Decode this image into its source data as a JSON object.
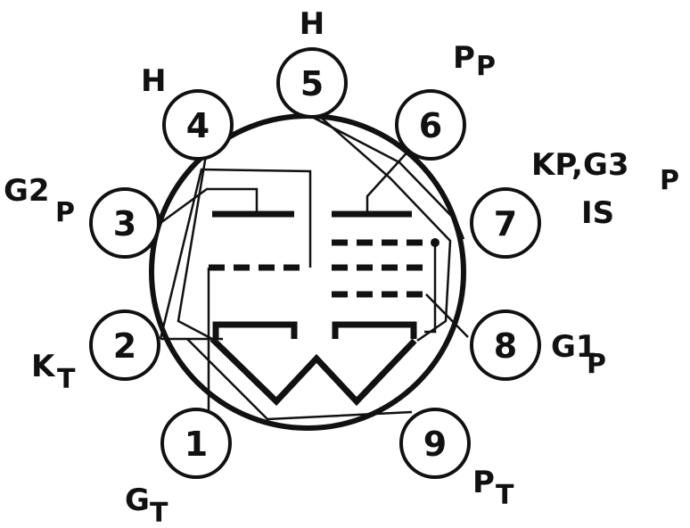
{
  "pins": [
    {
      "number": "1",
      "label": "G",
      "sub": "T"
    },
    {
      "number": "2",
      "label": "K",
      "sub": "T"
    },
    {
      "number": "3",
      "label": "G2",
      "sub": "P"
    },
    {
      "number": "4",
      "label": "H",
      "sub": ""
    },
    {
      "number": "5",
      "label": "H",
      "sub": ""
    },
    {
      "number": "6",
      "label": "P",
      "sub": "P"
    },
    {
      "number": "7",
      "label": "KP,G3",
      "sub": "P",
      "extra": "IS"
    },
    {
      "number": "8",
      "label": "G1",
      "sub": "P"
    },
    {
      "number": "9",
      "label": "P",
      "sub": "T"
    }
  ],
  "colors": {
    "ink": "#111111",
    "paper": "#ffffff"
  }
}
